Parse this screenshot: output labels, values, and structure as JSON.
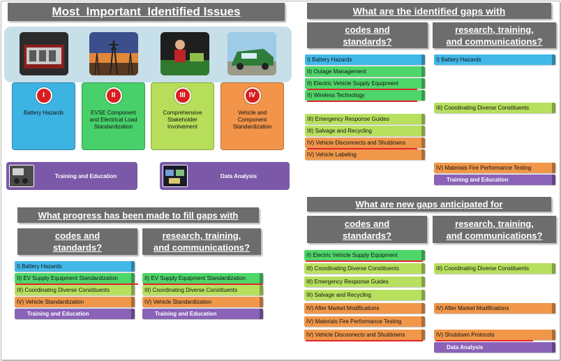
{
  "top_left": {
    "title": "Most  Important  Identified Issues",
    "issues": [
      {
        "numeral": "I",
        "label": "Battery Hazards",
        "color": "#3db3e3"
      },
      {
        "numeral": "II",
        "label": "EVSE Component and Electrical Load Standardization",
        "color": "#48d06a"
      },
      {
        "numeral": "III",
        "label": "Comprehensive Stakeholder Involvement",
        "color": "#b6de5a"
      },
      {
        "numeral": "IV",
        "label": "Vehicle and Component Standardization",
        "color": "#f2944a"
      }
    ],
    "training": "Training and Education",
    "data_analysis": "Data Analysis"
  },
  "gaps": {
    "title": "What are the identified gaps with",
    "codes_header": [
      "codes and",
      "standards?"
    ],
    "research_header": [
      "research, training,",
      "and communications?"
    ],
    "codes": [
      {
        "text": "I) Battery Hazards",
        "color": "blue"
      },
      {
        "text": "II) Outage Management",
        "color": "green"
      },
      {
        "text": "II) Electric Vehicle Supply Equipment",
        "color": "green",
        "red": true
      },
      {
        "text": "II) Wireless Technology",
        "color": "green",
        "red": true
      },
      {
        "text": "",
        "color": "white"
      },
      {
        "text": "III) Emergency Response Guides",
        "color": "lime"
      },
      {
        "text": "III) Salvage and Recycling",
        "color": "lime"
      },
      {
        "text": "IV) Vehicle Disconnects and Shutdowns",
        "color": "orange",
        "red": true
      },
      {
        "text": "IV) Vehicle Labeling",
        "color": "orange"
      }
    ],
    "research": [
      {
        "text": "I) Battery Hazards",
        "color": "blue"
      },
      {
        "text": "III) Coordinating Diverse Constituents",
        "color": "lime"
      },
      {
        "text": "IV) Materials Fire Performance Testing",
        "color": "orange"
      },
      {
        "text": "Training and Education",
        "color": "purple"
      }
    ]
  },
  "progress": {
    "title": "What progress has been made to fill gaps with",
    "codes_header": [
      "codes and",
      "standards?"
    ],
    "research_header": [
      "research, training,",
      "and communications?"
    ],
    "codes": [
      {
        "text": "I) Battery Hazards",
        "color": "blue"
      },
      {
        "text": "II) EV Supply Equipment Standardization",
        "color": "green",
        "red": true
      },
      {
        "text": "III) Coordinating Diverse Constituents",
        "color": "lime"
      },
      {
        "text": "IV) Vehicle Standardization",
        "color": "orange"
      },
      {
        "text": "Training and Education",
        "color": "purple"
      }
    ],
    "research": [
      {
        "text": "II) EV Supply Equipment Standardization",
        "color": "green",
        "red": true
      },
      {
        "text": "III) Coordinating Diverse Constituents",
        "color": "lime"
      },
      {
        "text": "IV) Vehicle Standardization",
        "color": "orange"
      },
      {
        "text": "Training and Education",
        "color": "purple"
      }
    ]
  },
  "new_gaps": {
    "title": "What are new gaps anticipated for",
    "codes_header": [
      "codes and",
      "standards?"
    ],
    "research_header": [
      "research, training,",
      "and communications?"
    ],
    "codes": [
      {
        "text": "II) Electric Vehicle Supply Equipment",
        "color": "green",
        "red": true
      },
      {
        "text": "III) Coordinating Diverse Constituents",
        "color": "lime"
      },
      {
        "text": "III) Emergency Response Guides",
        "color": "lime"
      },
      {
        "text": "III) Salvage and Recycling",
        "color": "lime"
      },
      {
        "text": "IV) After Market Modifications",
        "color": "orange"
      },
      {
        "text": "IV) Materials Fire Performance Testing",
        "color": "orange"
      },
      {
        "text": "IV) Vehicle Disconnects and Shutdowns",
        "color": "orange",
        "red": true
      }
    ],
    "research": [
      {
        "text": "III) Coordinating Diverse Constituents",
        "color": "lime"
      },
      {
        "text": "IV) After Market Modifications",
        "color": "orange"
      },
      {
        "text": "IV) Shutdown Protocols",
        "color": "orange",
        "red": true
      },
      {
        "text": "Data Analysis",
        "color": "purple"
      }
    ]
  },
  "colors": {
    "header_gray": "#6d6d6d",
    "underline_red": "#e3242b",
    "panel_blue": "#c7dfe9"
  }
}
